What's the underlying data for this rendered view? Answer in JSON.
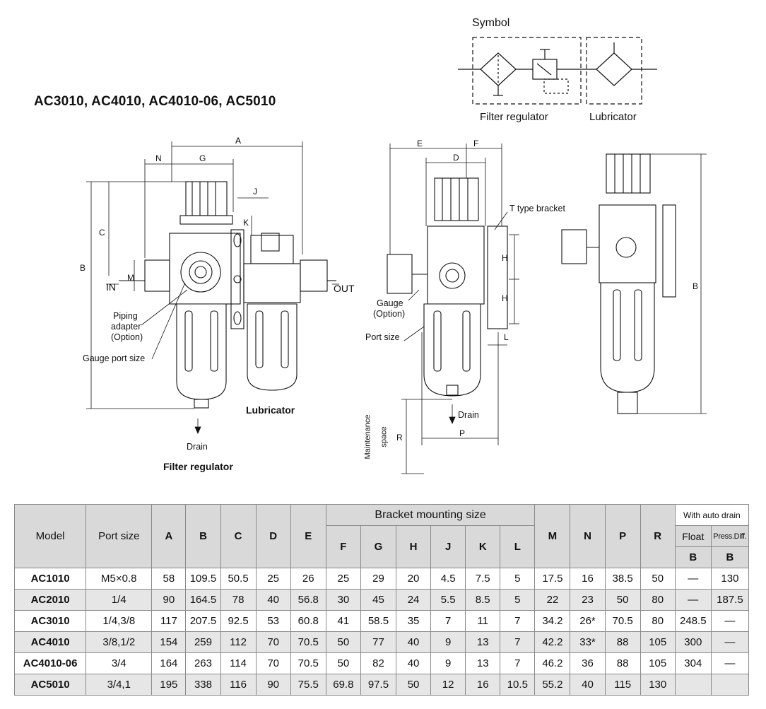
{
  "header": {
    "title": "AC3010, AC4010, AC4010-06, AC5010"
  },
  "symbol": {
    "title": "Symbol",
    "filter_regulator_label": "Filter regulator",
    "lubricator_label": "Lubricator"
  },
  "front_view": {
    "dim_A": "A",
    "dim_G": "G",
    "dim_N": "N",
    "dim_J": "J",
    "dim_K": "K",
    "dim_C": "C",
    "dim_B": "B",
    "dim_M": "M",
    "in_label": "IN",
    "out_label": "OUT",
    "piping_adapter_label_1": "Piping",
    "piping_adapter_label_2": "adapter",
    "piping_adapter_label_3": "(Option)",
    "gauge_port_label": "Gauge port size",
    "drain_label": "Drain",
    "lubricator_label": "Lubricator",
    "filter_regulator_label": "Filter regulator"
  },
  "side_view": {
    "dim_E": "E",
    "dim_F": "F",
    "dim_D": "D",
    "dim_H1": "H",
    "dim_H2": "H",
    "dim_L": "L",
    "dim_P": "P",
    "dim_R": "R",
    "bracket_label": "T type bracket",
    "gauge_label_1": "Gauge",
    "gauge_label_2": "(Option)",
    "port_size_label": "Port size",
    "drain_label": "Drain",
    "maintenance_label_1": "Maintenance",
    "maintenance_label_2": "space"
  },
  "rear_view": {
    "dim_B": "B"
  },
  "table": {
    "header_model": "Model",
    "header_port": "Port size",
    "header_bracket": "Bracket mounting size",
    "header_auto_drain": "With auto drain",
    "header_float": "Float",
    "header_press": "Press.Diff.",
    "header_float_b": "B",
    "header_press_b": "B",
    "cols_left": [
      "A",
      "B",
      "C",
      "D",
      "E"
    ],
    "cols_bracket": [
      "F",
      "G",
      "H",
      "J",
      "K",
      "L"
    ],
    "cols_right": [
      "M",
      "N",
      "P",
      "R"
    ],
    "rows": [
      [
        "AC1010",
        "M5×0.8",
        "58",
        "109.5",
        "50.5",
        "25",
        "26",
        "25",
        "29",
        "20",
        "4.5",
        "7.5",
        "5",
        "17.5",
        "16",
        "38.5",
        "50",
        "—",
        "130"
      ],
      [
        "AC2010",
        "1/4",
        "90",
        "164.5",
        "78",
        "40",
        "56.8",
        "30",
        "45",
        "24",
        "5.5",
        "8.5",
        "5",
        "22",
        "23",
        "50",
        "80",
        "—",
        "187.5"
      ],
      [
        "AC3010",
        "1/4,3/8",
        "117",
        "207.5",
        "92.5",
        "53",
        "60.8",
        "41",
        "58.5",
        "35",
        "7",
        "11",
        "7",
        "34.2",
        "26*",
        "70.5",
        "80",
        "248.5",
        "—"
      ],
      [
        "AC4010",
        "3/8,1/2",
        "154",
        "259",
        "112",
        "70",
        "70.5",
        "50",
        "77",
        "40",
        "9",
        "13",
        "7",
        "42.2",
        "33*",
        "88",
        "105",
        "300",
        "—"
      ],
      [
        "AC4010-06",
        "3/4",
        "164",
        "263",
        "114",
        "70",
        "70.5",
        "50",
        "82",
        "40",
        "9",
        "13",
        "7",
        "46.2",
        "36",
        "88",
        "105",
        "304",
        "—"
      ],
      [
        "AC5010",
        "3/4,1",
        "195",
        "338",
        "116",
        "90",
        "75.5",
        "69.8",
        "97.5",
        "50",
        "12",
        "16",
        "10.5",
        "55.2",
        "40",
        "115",
        "130",
        "",
        ""
      ]
    ]
  }
}
